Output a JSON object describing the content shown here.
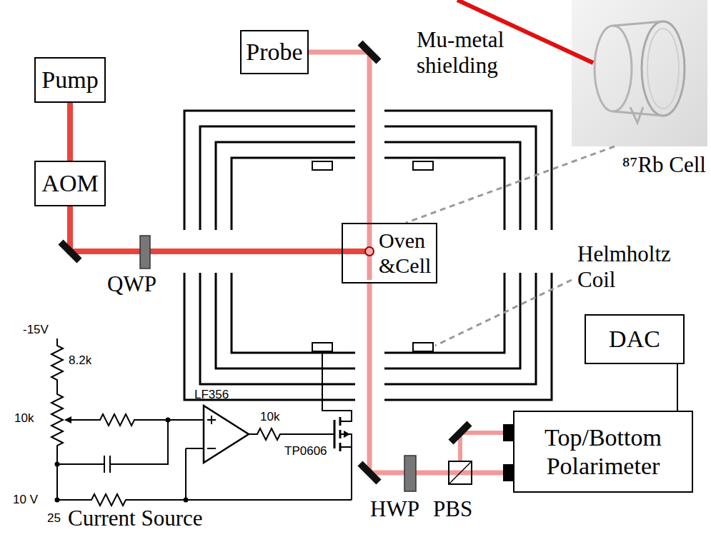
{
  "diagram": {
    "nodes": [
      {
        "text": [
          "Probe"
        ]
      },
      {
        "text": [
          "Pump"
        ]
      },
      {
        "text": [
          "⁸⁷Rb Cell"
        ]
      },
      {
        "text": [
          "AOM"
        ]
      },
      {
        "text": [
          "Oven &Cell"
        ]
      },
      {
        "text": [
          "DAC"
        ]
      },
      {
        "text": [
          "Top/Bottom Polarimeter"
        ]
      }
    ],
    "edges": [
      {
        "from": 1,
        "to": 3,
        "arrow": "none"
      },
      {
        "from": 3,
        "to": 4,
        "arrow": "none"
      },
      {
        "from": 0,
        "to": 4,
        "arrow": "none"
      },
      {
        "from": 4,
        "to": 6,
        "arrow": "none"
      },
      {
        "from": 5,
        "to": 6,
        "arrow": "none"
      },
      {
        "from": 2,
        "to": 4,
        "arrow": "none"
      }
    ],
    "labels": [
      "Mu-metal shielding",
      "Helmholtz Coil",
      "QWP",
      "-15V",
      "8.2k",
      "LF356",
      "10k",
      "10k",
      "TP0606",
      "10 V",
      "HWP",
      "PBS",
      "25",
      "Current Source"
    ]
  }
}
